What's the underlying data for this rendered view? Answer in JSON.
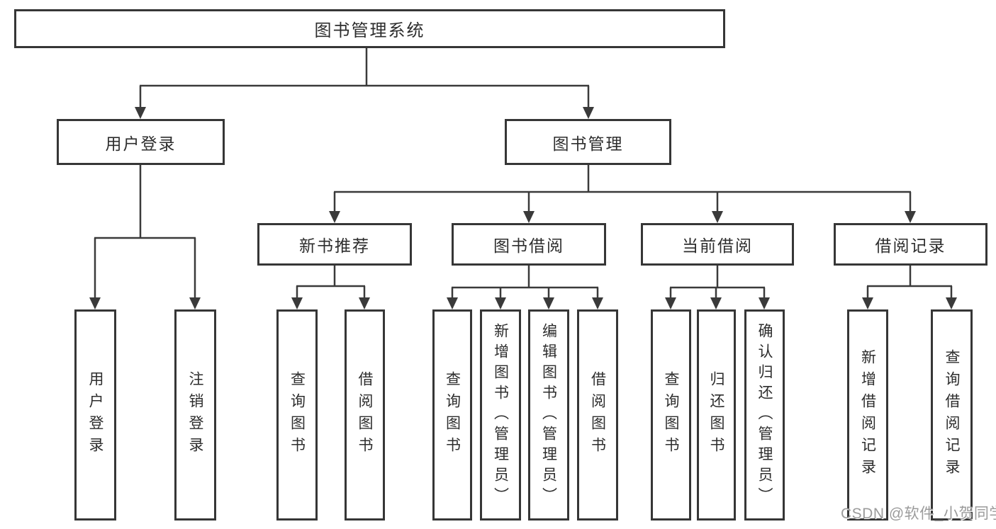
{
  "watermark": "CSDN @软件_小贺同学",
  "colors": {
    "box_border": "#363636",
    "connector_line": "#3a3a3a",
    "text": "#2d2d2d",
    "watermark": "#9b9b9b",
    "background": "#ffffff"
  },
  "tree": {
    "root": {
      "label": "图书管理系统",
      "children": [
        {
          "label": "用户登录",
          "children": [
            {
              "label": "用户登录"
            },
            {
              "label": "注销登录"
            }
          ]
        },
        {
          "label": "图书管理",
          "children": [
            {
              "label": "新书推荐",
              "children": [
                {
                  "label": "查询图书"
                },
                {
                  "label": "借阅图书"
                }
              ]
            },
            {
              "label": "图书借阅",
              "children": [
                {
                  "label": "查询图书"
                },
                {
                  "label": "新增图书（管理员）"
                },
                {
                  "label": "编辑图书（管理员）"
                },
                {
                  "label": "借阅图书"
                }
              ]
            },
            {
              "label": "当前借阅",
              "children": [
                {
                  "label": "查询图书"
                },
                {
                  "label": "归还图书"
                },
                {
                  "label": "确认归还（管理员）"
                }
              ]
            },
            {
              "label": "借阅记录",
              "children": [
                {
                  "label": "新增借阅记录"
                },
                {
                  "label": "查询借阅记录"
                }
              ]
            }
          ]
        }
      ]
    }
  }
}
